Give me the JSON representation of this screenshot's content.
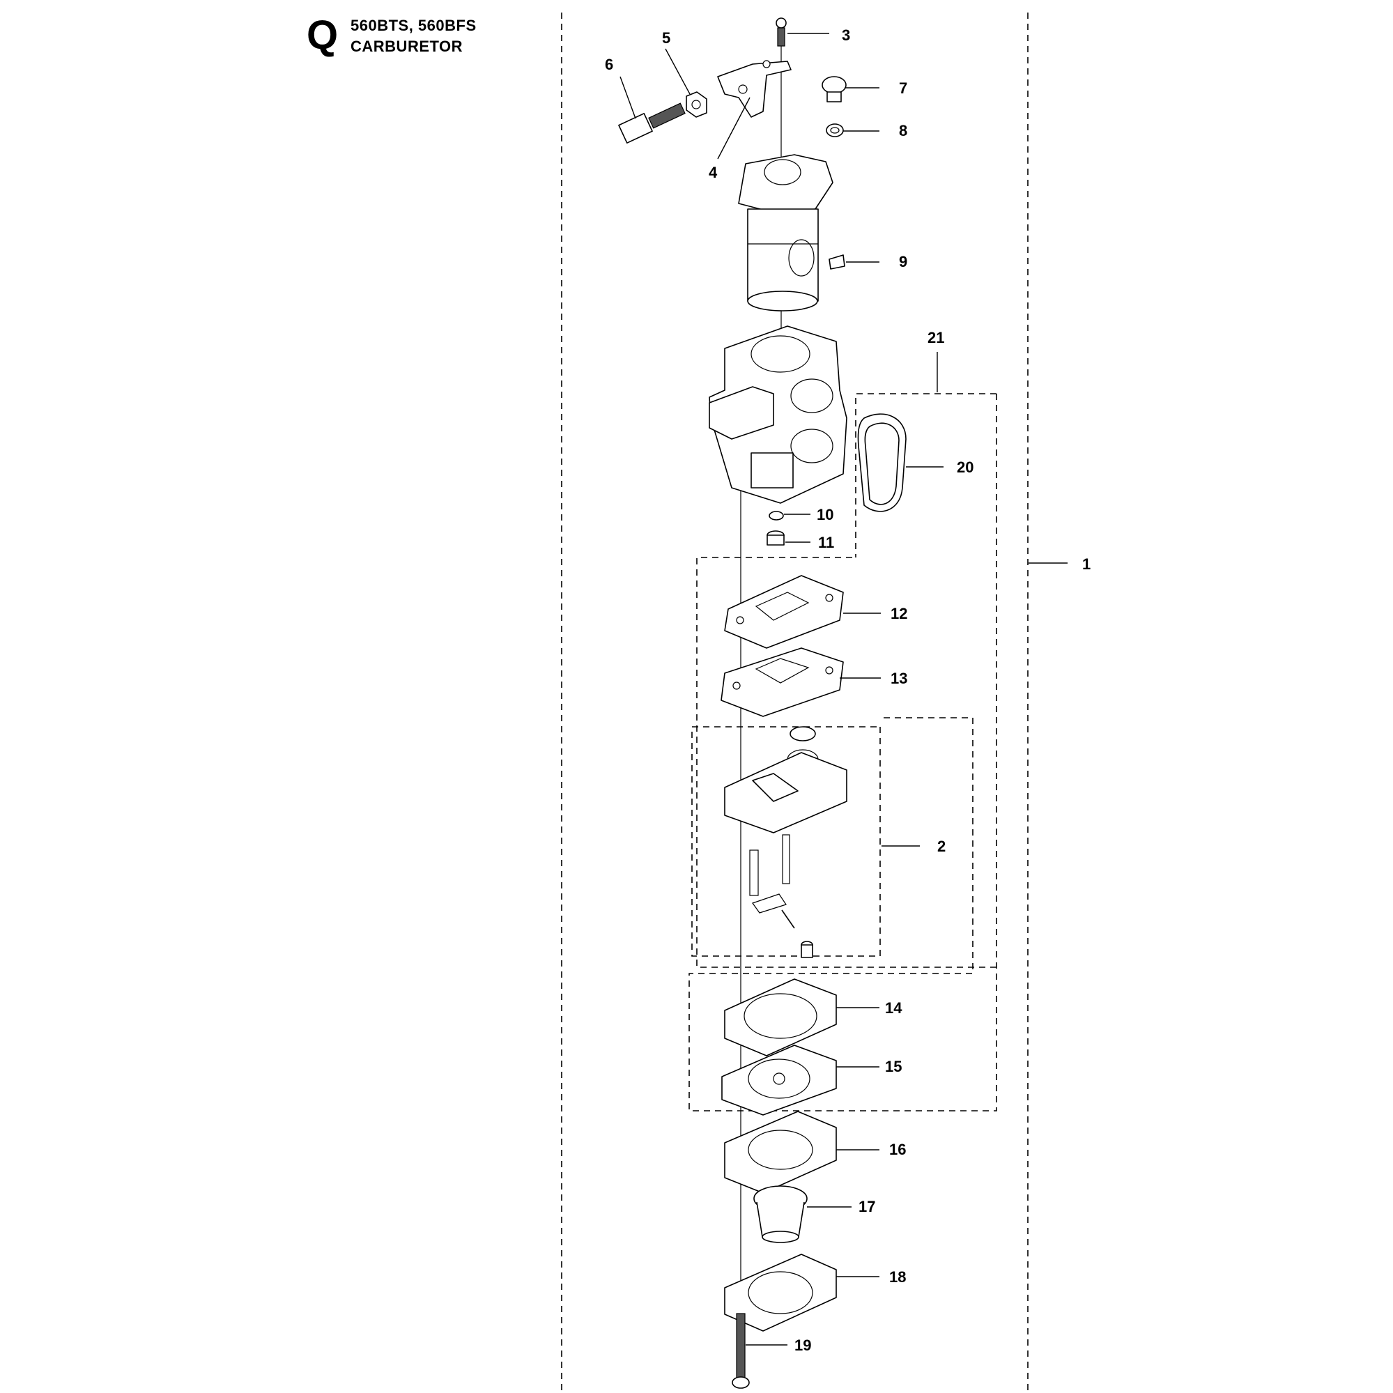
{
  "header": {
    "section_letter": "Q",
    "models": "560BTS, 560BFS",
    "title": "CARBURETOR"
  },
  "callouts": [
    "1",
    "2",
    "3",
    "4",
    "5",
    "6",
    "7",
    "8",
    "9",
    "10",
    "11",
    "12",
    "13",
    "14",
    "15",
    "16",
    "17",
    "18",
    "19",
    "20",
    "21"
  ]
}
